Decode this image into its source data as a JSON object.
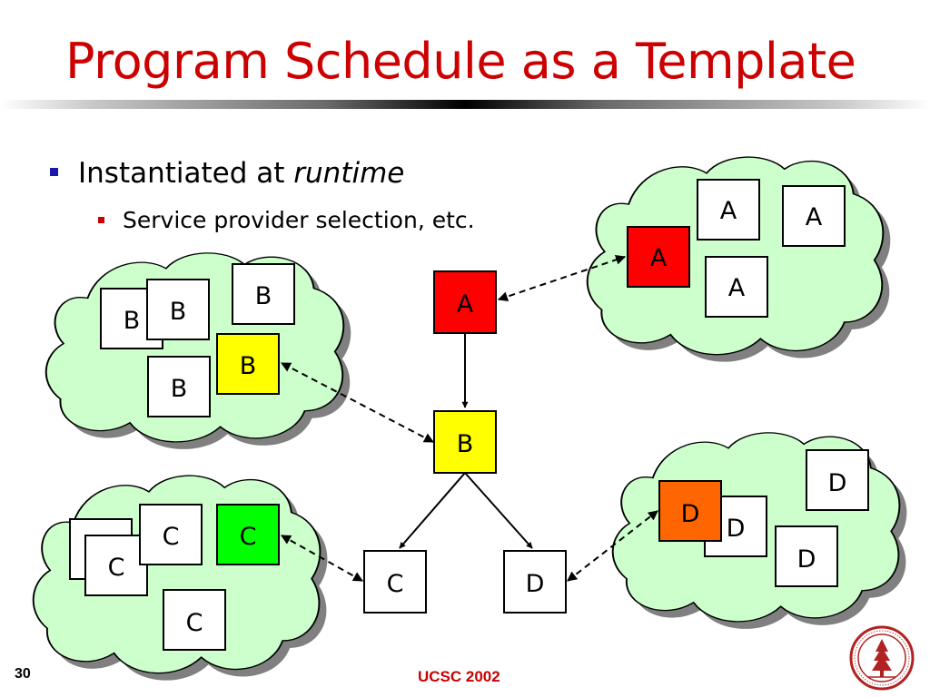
{
  "title": "Program Schedule as a Template",
  "bullets": {
    "level1_text": "Instantiated at ",
    "level1_emphasis": "runtime",
    "level2_text": "Service provider selection, etc."
  },
  "footer": {
    "slide_number": "30",
    "center_text": "UCSC 2002"
  },
  "colors": {
    "title": "#cc0000",
    "cloud_fill": "#ccffcc",
    "node_A": "#ff0000",
    "node_B": "#ffff00",
    "node_C": "#00ff00",
    "node_D": "#ff6600",
    "bullet_level1": "#1a1aa8",
    "bullet_level2": "#cc0000"
  },
  "schedule": {
    "nodes": [
      {
        "id": "A",
        "label": "A",
        "color": "#ff0000"
      },
      {
        "id": "B",
        "label": "B",
        "color": "#ffff00"
      },
      {
        "id": "C",
        "label": "C",
        "color": "#ffffff"
      },
      {
        "id": "D",
        "label": "D",
        "color": "#ffffff"
      }
    ],
    "edges": [
      {
        "from": "A",
        "to": "B"
      },
      {
        "from": "B",
        "to": "C"
      },
      {
        "from": "B",
        "to": "D"
      }
    ]
  },
  "clouds": [
    {
      "id": "cloud-A",
      "labels": [
        "A",
        "A",
        "A",
        "A"
      ],
      "selected": "A",
      "selected_color": "#ff0000"
    },
    {
      "id": "cloud-B",
      "labels": [
        "B",
        "B",
        "B",
        "B",
        "B"
      ],
      "selected": "B",
      "selected_color": "#ffff00"
    },
    {
      "id": "cloud-C",
      "labels": [
        "C",
        "C",
        "C",
        "C",
        "C"
      ],
      "selected": "C",
      "selected_color": "#00ff00"
    },
    {
      "id": "cloud-D",
      "labels": [
        "D",
        "D",
        "D",
        "D"
      ],
      "selected": "D",
      "selected_color": "#ff6600"
    }
  ],
  "seal_icon": "university-seal-icon"
}
